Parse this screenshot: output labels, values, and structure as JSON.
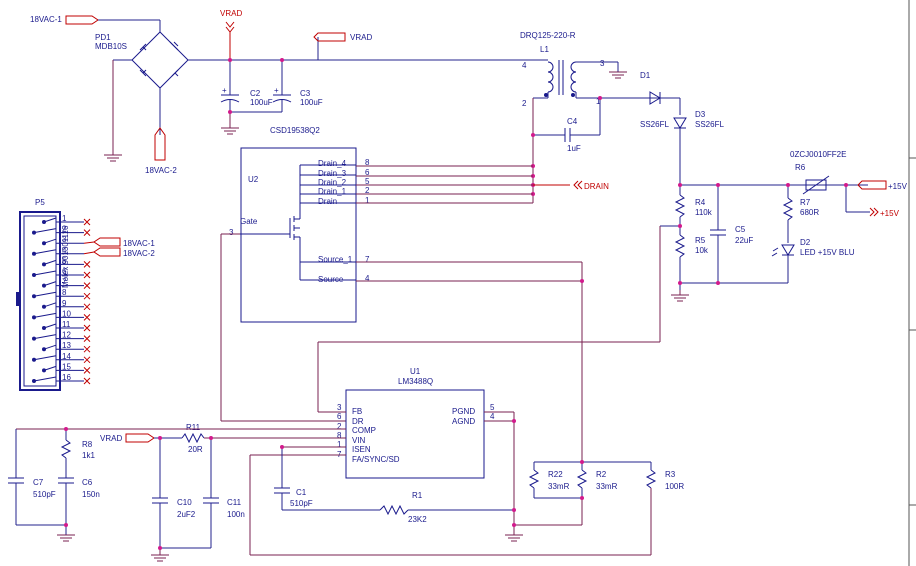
{
  "nets": {
    "vac1": "18VAC-1",
    "vac2": "18VAC-2",
    "vrad": "VRAD",
    "drain": "DRAIN",
    "p15v": "+15V"
  },
  "parts": {
    "pd1": "PD1",
    "pd1_val": "MDB10S",
    "c2": "C2",
    "c2_val": "100uF",
    "c3": "C3",
    "c3_val": "100uF",
    "csd": "CSD19538Q2",
    "l1": "L1",
    "l1_val": "DRQ125-220-R",
    "c4": "C4",
    "c4_val": "1uF",
    "d1": "D1",
    "d3": "D3",
    "d3_val": "SS26FL",
    "d1_val": "SS26FL",
    "r6": "R6",
    "r6_val": "0ZCJ0010FF2E",
    "r7": "R7",
    "r7_val": "680R",
    "d2": "D2",
    "d2_val": "LED +15V BLU",
    "r4": "R4",
    "r4_val": "110k",
    "r5": "R5",
    "r5_val": "10k",
    "c5": "C5",
    "c5_val": "22uF",
    "u2": "U2",
    "u1": "U1",
    "u1_val": "LM3488Q",
    "p5": "P5",
    "p5_val": "Molex 901301116",
    "r8": "R8",
    "r8_val": "1k1",
    "c6": "C6",
    "c6_val": "150n",
    "c7": "C7",
    "c7_val": "510pF",
    "r11": "R11",
    "r11_val": "20R",
    "c10": "C10",
    "c10_val": "2uF2",
    "c11": "C11",
    "c11_val": "100n",
    "c1": "C1",
    "c1_val": "510pF",
    "r1": "R1",
    "r1_val": "23K2",
    "r22": "R22",
    "r22_val": "33mR",
    "r2": "R2",
    "r2_val": "33mR",
    "r3": "R3",
    "r3_val": "100R"
  },
  "u2_pins": {
    "drain4": "Drain_4",
    "drain3": "Drain_3",
    "drain2": "Drain_2",
    "drain1": "Drain_1",
    "drain": "Drain",
    "gate": "Gate",
    "source1": "Source_1",
    "source": "Source",
    "n8": "8",
    "n6": "6",
    "n5": "5",
    "n2": "2",
    "n1": "1",
    "n7": "7",
    "n4": "4",
    "n3": "3"
  },
  "u1_pins": {
    "fb": "FB",
    "dr": "DR",
    "comp": "COMP",
    "vin": "VIN",
    "isen": "ISEN",
    "fa": "FA/SYNC/SD",
    "pgnd": "PGND",
    "agnd": "AGND",
    "n3": "3",
    "n6": "6",
    "n2": "2",
    "n8": "8",
    "n1": "1",
    "n7": "7",
    "n5": "5",
    "n4": "4"
  },
  "l1_pins": {
    "n4": "4",
    "n3": "3",
    "n2": "2",
    "n1": "1"
  },
  "p5_pins": [
    "1",
    "2",
    "3",
    "4",
    "5",
    "6",
    "7",
    "8",
    "9",
    "10",
    "11",
    "12",
    "13",
    "14",
    "15",
    "16"
  ],
  "colors": {
    "wire_blue": "#23238e",
    "wire_maroon": "#7a2050",
    "net_red": "#c00000",
    "junction": "#d21a8c"
  }
}
